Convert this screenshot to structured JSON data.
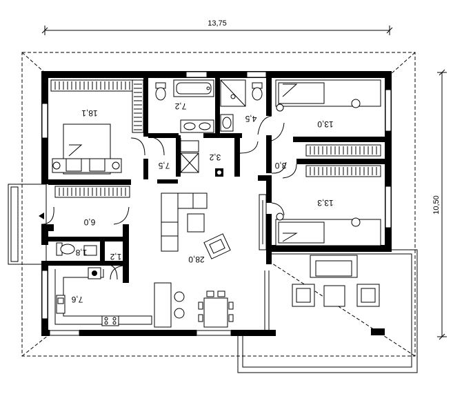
{
  "dimensions": {
    "width": "13,75",
    "height": "10,50"
  },
  "rooms": {
    "bedroom_left": "18,1",
    "bathroom": "7,2",
    "bathroom2": "4,5",
    "bedroom_top_right": "13,0",
    "hall": "7,5",
    "shower": "3,2",
    "corridor": "3,0",
    "bedroom_bottom_right": "13,3",
    "entrance": "6,0",
    "wc": "1,8",
    "pantry": "1,2",
    "kitchen": "7,6",
    "living": "28,0"
  }
}
